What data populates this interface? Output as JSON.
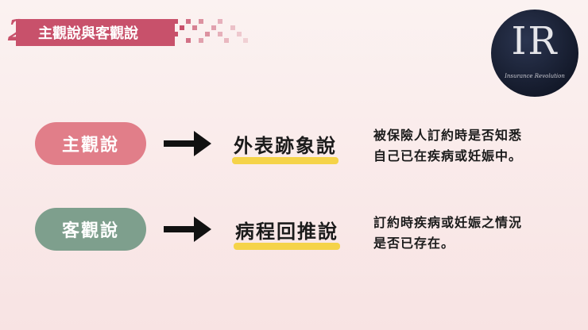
{
  "banner": {
    "number": "2",
    "title": "主觀說與客觀說"
  },
  "logo": {
    "mark": "IR",
    "subtitle": "Insurance Revolution"
  },
  "rows": [
    {
      "label": "主觀說",
      "theory": "外表跡象說",
      "desc_line1": "被保險人訂約時是否知悉",
      "desc_line2": "自己已在疾病或妊娠中。"
    },
    {
      "label": "客觀說",
      "theory": "病程回推說",
      "desc_line1": "訂約時疾病或妊娠之情況",
      "desc_line2": "是否已存在。"
    }
  ]
}
